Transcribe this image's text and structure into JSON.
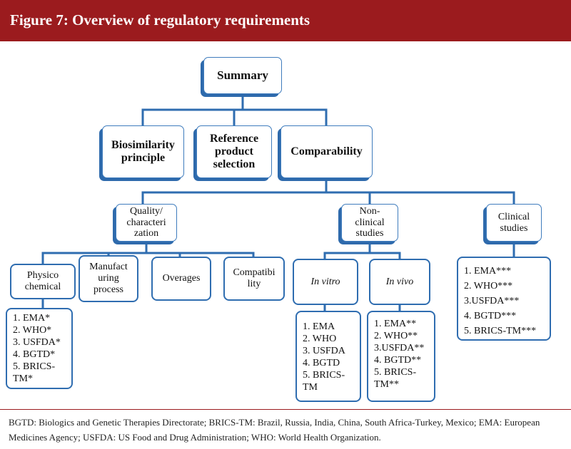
{
  "title": "Figure 7: Overview of regulatory requirements",
  "nodes": {
    "summary": "Summary",
    "biosimilarity": "Biosimilarity\nprinciple",
    "reference": "Reference\nproduct\nselection",
    "comparability": "Comparability",
    "quality": "Quality/\ncharacteri\nzation",
    "nonclinical": "Non-\nclinical\nstudies",
    "clinical": "Clinical\nstudies",
    "physico": "Physico\nchemical",
    "manufacturing": "Manufact\nuring\nprocess",
    "overages": "Overages",
    "compatibility": "Compatibi\nlity",
    "invitro": "In vitro",
    "invivo": "In vivo"
  },
  "lists": {
    "physico": [
      "1. EMA*",
      "2. WHO*",
      "3. USFDA*",
      "4. BGTD*",
      "5. BRICS-\nTM*"
    ],
    "invitro": [
      "1. EMA",
      "2. WHO",
      "3. USFDA",
      "4. BGTD",
      "5. BRICS-\nTM"
    ],
    "invivo": [
      "1. EMA**",
      "2. WHO**",
      "3.USFDA**",
      "4. BGTD**",
      "5. BRICS-\nTM**"
    ],
    "clinical": [
      "1. EMA***",
      "2. WHO***",
      "3.USFDA***",
      "4. BGTD***",
      "5. BRICS-TM***"
    ]
  },
  "footer": "BGTD: Biologics and Genetic Therapies Directorate; BRICS-TM: Brazil, Russia, India, China, South Africa-Turkey, Mexico; EMA: European Medicines Agency; USFDA: US Food and Drug Administration; WHO: World Health Organization.",
  "colors": {
    "header": "#9b1b1e",
    "box_border": "#2f6db0",
    "connector": "#2f6db0"
  }
}
